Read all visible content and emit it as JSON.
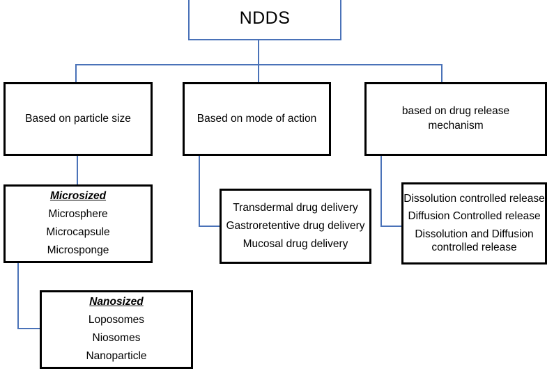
{
  "diagram": {
    "type": "hierarchy-tree",
    "title": "NDDS classification chart",
    "colors": {
      "root_border": "#4a72b8",
      "connector": "#4a72b8",
      "node_border": "#000000",
      "background": "#ffffff",
      "text": "#000000"
    },
    "root": {
      "label": "NDDS"
    },
    "level2": [
      {
        "label": "Based on particle size"
      },
      {
        "label": "Based on mode of action"
      },
      {
        "label": "based on drug release mechanism"
      }
    ],
    "level3": {
      "microsized": {
        "heading": "Microsized",
        "items": [
          "Microsphere",
          "Microcapsule",
          "Microsponge"
        ]
      },
      "nanosized": {
        "heading": "Nanosized",
        "items": [
          "Loposomes",
          "Niosomes",
          "Nanoparticle"
        ]
      },
      "mode_of_action": {
        "items": [
          "Transdermal drug delivery",
          "Gastroretentive drug delivery",
          "Mucosal drug delivery"
        ]
      },
      "drug_release": {
        "items": [
          "Dissolution controlled release",
          "Diffusion Controlled release",
          "Dissolution and Diffusion controlled release"
        ]
      }
    }
  }
}
